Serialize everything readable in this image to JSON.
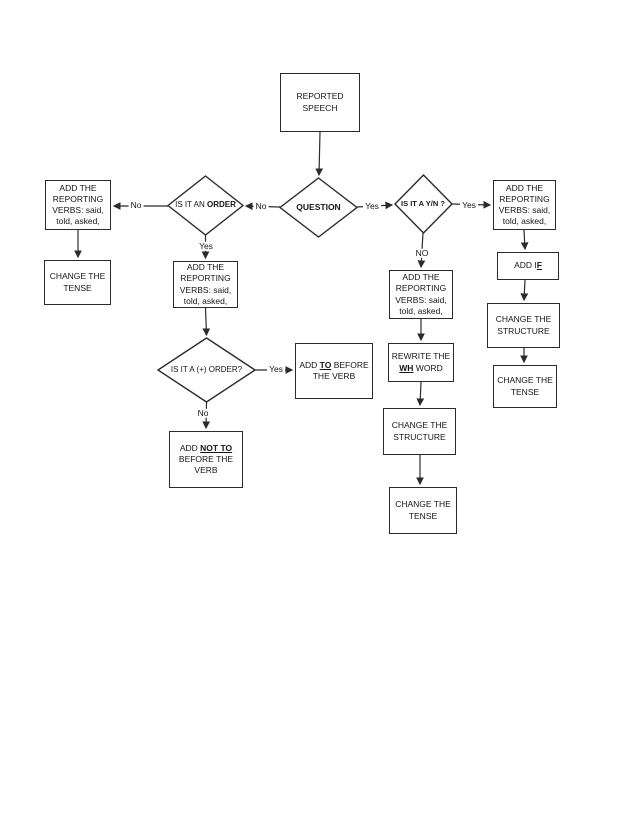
{
  "diagram": {
    "title_node": "REPORTED\nSPEECH",
    "nodes": {
      "question": "QUESTION",
      "is_it_an_order": {
        "pre": "IS IT AN ",
        "bold": "ORDER"
      },
      "is_it_a_yn": "IS IT A Y/N ?",
      "is_it_plus_order": "IS IT A (+) ORDER?",
      "add_reporting_verbs": "ADD THE\nREPORTING\nVERBS: said,\ntold, asked,",
      "change_the_tense": "CHANGE THE\nTENSE",
      "change_the_structure": "CHANGE THE\nSTRUCTURE",
      "add_to": {
        "pre": "ADD ",
        "emph": "TO",
        "post": " BEFORE THE VERB"
      },
      "add_not_to": {
        "pre": "ADD ",
        "emph": "NOT TO",
        "post": "BEFORE THE VERB"
      },
      "rewrite_wh": {
        "line1": "REWRITE THE",
        "emph": "WH",
        "post": " WORD"
      },
      "add_if": {
        "pre": "ADD I",
        "emph": "F"
      }
    },
    "edge_labels": {
      "question_no": "No",
      "order_no": "No",
      "order_yes": "Yes",
      "question_yes": "Yes",
      "yn_yes": "Yes",
      "yn_no": "NO",
      "plus_order_yes": "Yes",
      "plus_order_no": "No"
    },
    "colors": {
      "stroke": "#2b2b2b",
      "background": "#ffffff"
    }
  }
}
